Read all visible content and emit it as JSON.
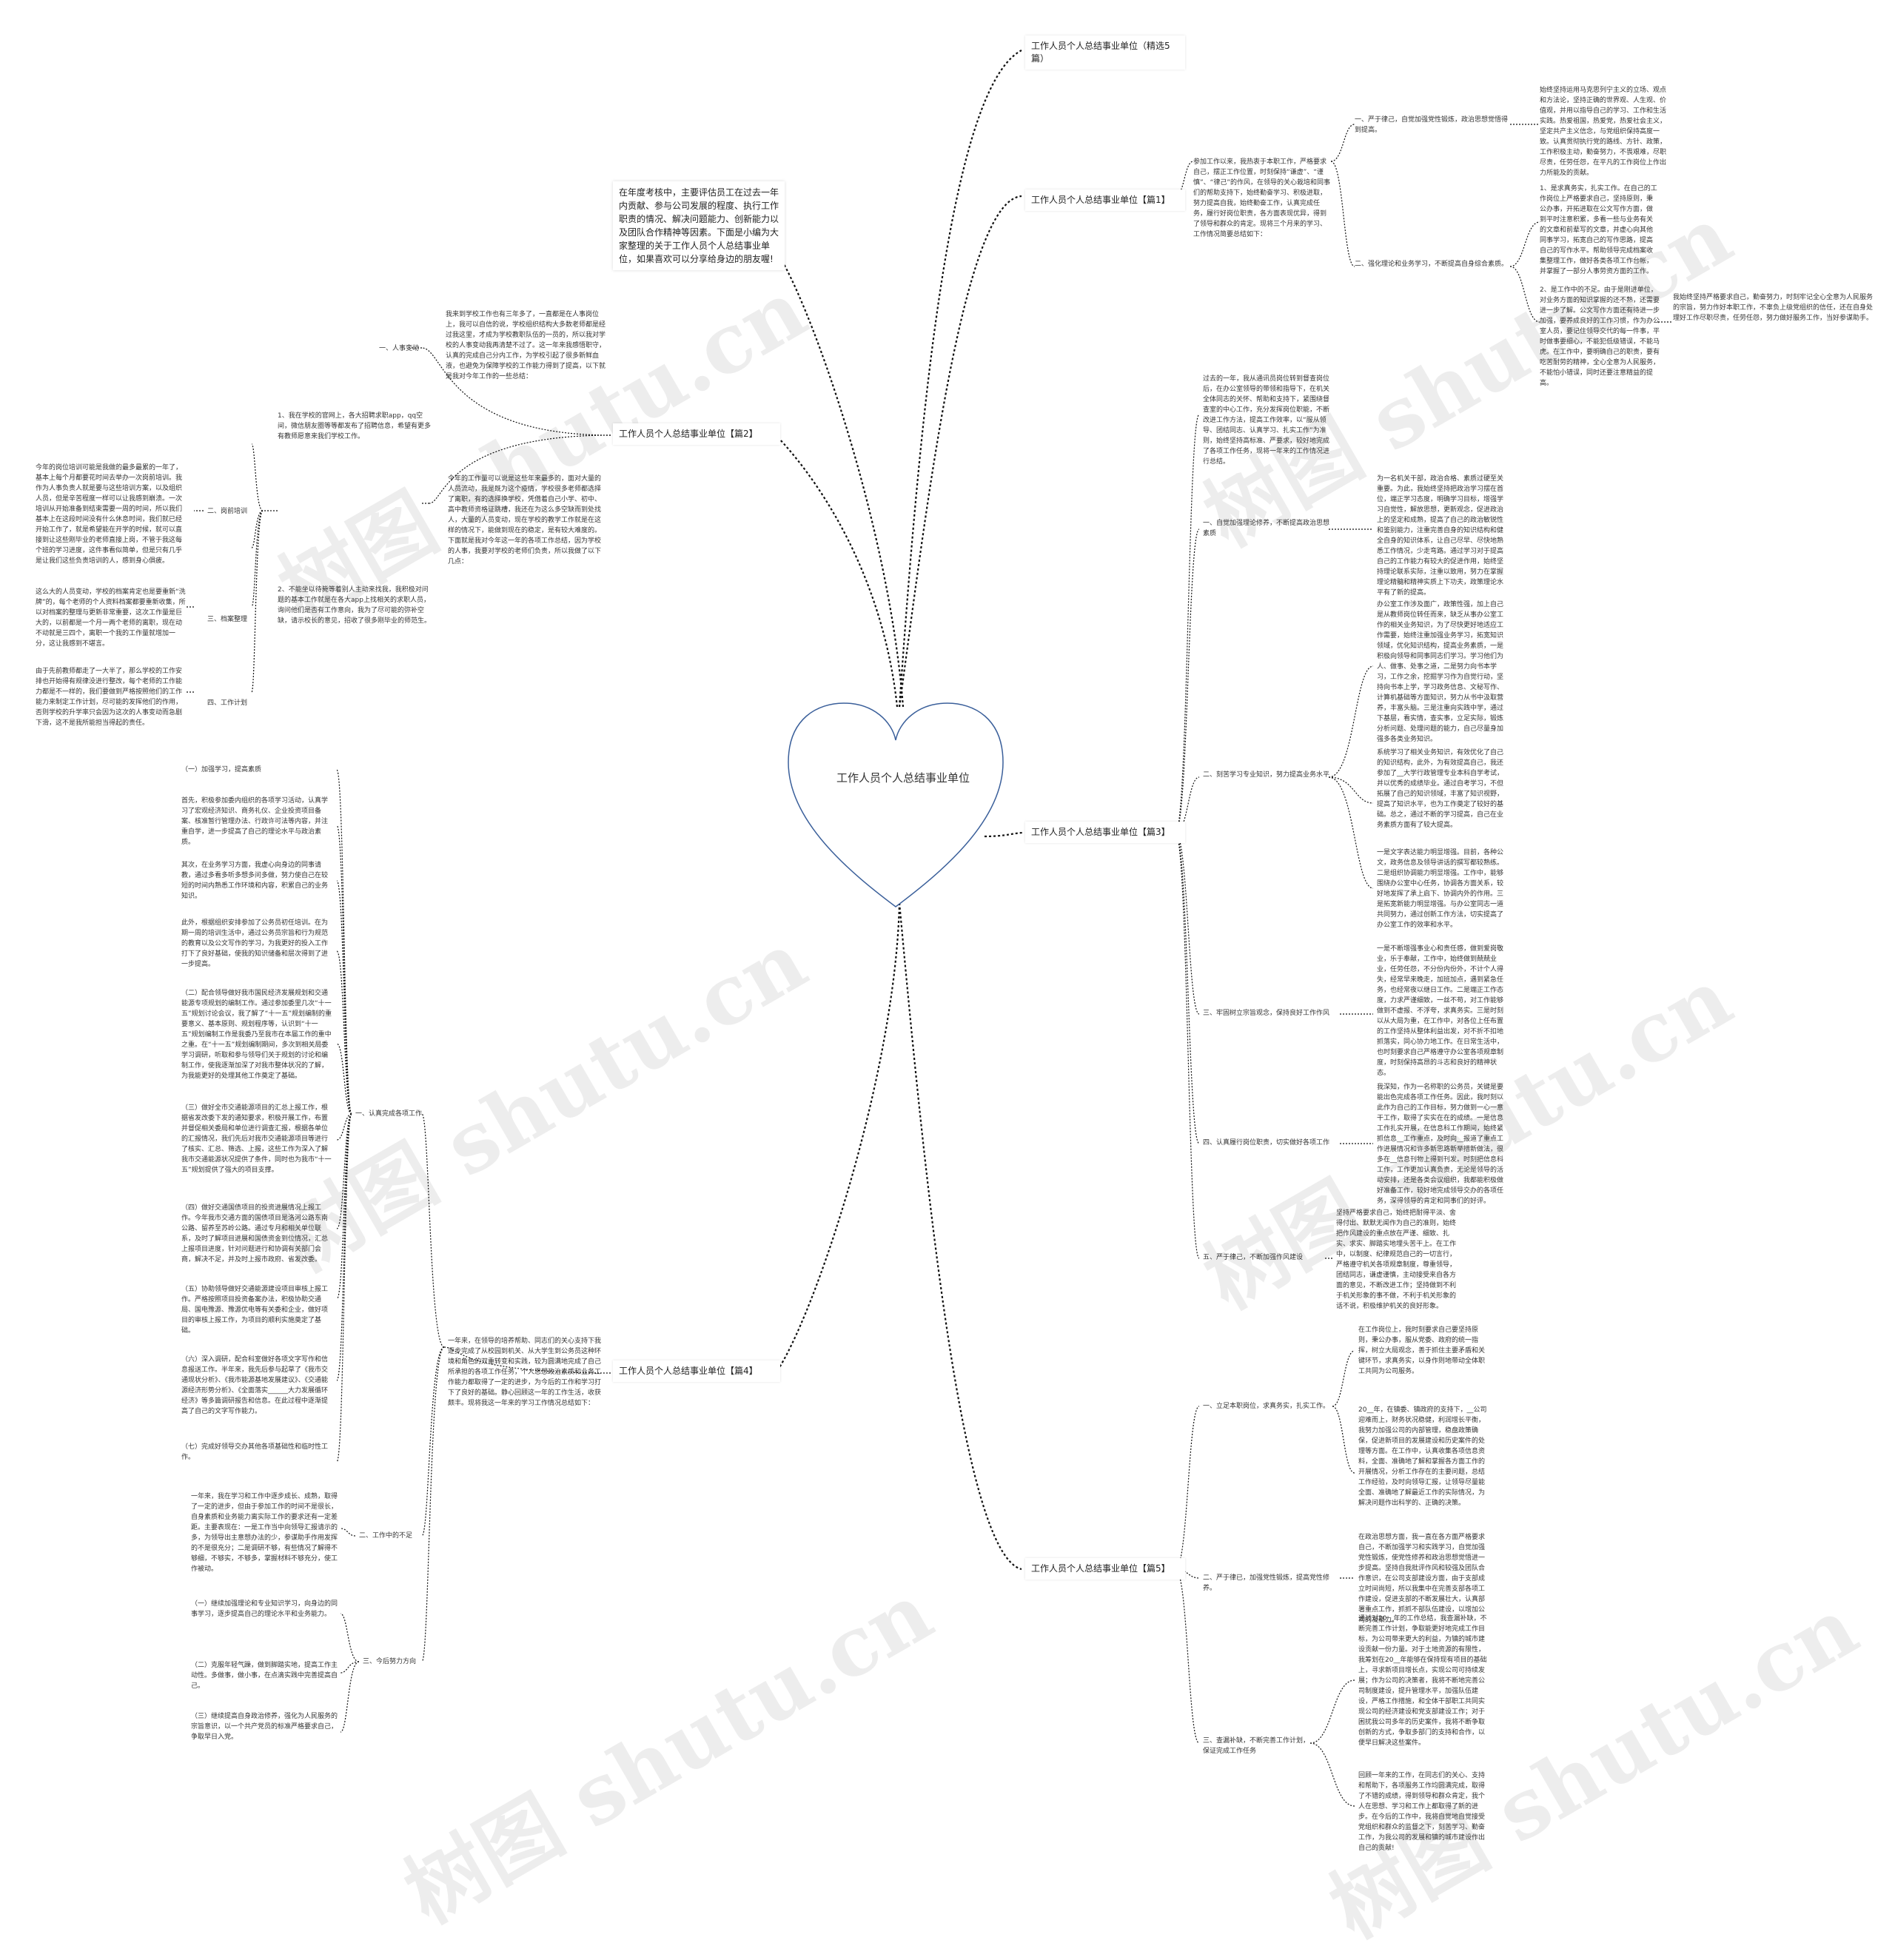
{
  "center": {
    "title": "工作人员个人总结事业单位"
  },
  "intro": "在年度考核中，主要评估员工在过去一年内贡献、参与公司发展的程度、执行工作职责的情况、解决问题能力、创新能力以及团队合作精神等因素。下面是小编为大家整理的关于工作人员个人总结事业单位，如果喜欢可以分享给身边的朋友喔!",
  "branches": {
    "b0": "工作人员个人总结事业单位（精选5篇）",
    "b1": "工作人员个人总结事业单位【篇1】",
    "b2": "工作人员个人总结事业单位【篇2】",
    "b3": "工作人员个人总结事业单位【篇3】",
    "b4": "工作人员个人总结事业单位【篇4】",
    "b5": "工作人员个人总结事业单位【篇5】"
  },
  "p1": {
    "main": "参加工作以来，我热衷于本职工作，严格要求自己，摆正工作位置，时刻保持“谦虚”、“谨慎”、“律己”的作风，在领导的关心栽培和同事们的帮助支持下，始终勤奋学习、积极进取，努力提高自我，始终勤奋工作，认真完成任务，履行好岗位职责，各方面表现优异，得到了领导和群众的肯定。现将三个月来的学习、工作情况简要总结如下：",
    "s1": "一、严于律己，自觉加强党性锻炼，政治思想觉悟得到提高。",
    "s1d": "始终坚持运用马克思列宁主义的立场、观点和方法论，坚持正确的世界观、人生观、价值观，并用以指导自己的学习、工作和生活实践。热爱祖国，热爱党，热爱社会主义，坚定共产主义信念，与党组织保持高度一致。认真贯彻执行党的路线、方针、政策，工作积极主动，勤奋努力，不畏艰难，尽职尽责，任劳任怨，在平凡的工作岗位上作出力所能及的贡献。",
    "s2": "二、强化理论和业务学习，不断提高自身综合素质。",
    "s2d1": "1、是求真务实，扎实工作。在自己的工作岗位上严格要求自己，坚持原则，秉公办事，开拓进取在公文写作方面，做到平时注意积累，多看一些与业务有关的文章和前辈写的文章，并虚心向其他同事学习，拓宽自己的写作思路，提高自己的写作水平。帮助领导完成档案收集整理工作，做好各类各项工作台帐，并掌握了一部分人事劳资方面的工作。",
    "s2d2": "2、是工作中的不足。由于是刚进单位，对业务方面的知识掌握的还不熟，还需要进一步了解。公文写作方面还有待进一步加强，要养成良好的工作习惯，作为办公室人员，要记住领导交代的每一件事，平时做事要细心，不能犯低级错误，不能马虎。在工作中，要明确自己的职责，要有吃苦耐劳的精神，全心全意为人民服务，不能怕小错误，同时还要注意精益的提高。",
    "s2d3": "我始终坚持严格要求自己，勤奋努力，时刻牢记全心全意为人民服务的宗旨，努力作好本职工作，不辜负上级党组织的信任，还在自身处理好工作尽职尽责，任劳任怨，努力做好服务工作，当好参谋助手。"
  },
  "p2": {
    "s1": "一、人事变动",
    "s1d": "我来到学校工作也有三年多了，一直都是在人事岗位上，我可以自信的说，学校组织结构大多数老师都是经过我这里，才成为学校教职队伍的一员的，所以我对学校的人事变动我再清楚不过了。这一年来我感悟职守，认真的完成自己分内工作，为学校引起了很多新鲜血液，也避免为保障学校的工作能力得到了提高，以下就是我对今年工作的一些总结：",
    "s2": "二、岗前培训",
    "s2d": "今年的岗位培训可能是我做的最多最累的一年了，基本上每个月都要花时间去举办一次岗前培训。我作为人事负责人就是要与这些培训方案，以及组织人员，但是辛苦程度一样可以让我感到崩溃。一次培训从开始准备到结束需要一周的时间，所以我们基本上在这段时间没有什么休息时间，我们就已经开始工作了，就是希望能在开学的时候，就可以直接到让这些刚毕业的老师直接上岗，不管于我这每个班的学习进度，这件事看似简单，但是只有几乎是让我们这些负责培训的人，感到身心俱疲。",
    "s3": "三、档案整理",
    "s3d": "这么大的人员变动，学校的档案肯定也是要重新“洗牌”的，每个老师的个人资料档案都要重新收集，所以对档案的整理与更新非常重要，这次工作量是巨大的，以前都是一个月一两个老师的离职，现在动不动就是三四个，离职一个我的工作量就增加一分，这让我感到不堪言。",
    "s4": "四、工作计划",
    "s4d": "由于先前教师都走了一大半了，那么学校的工作安排也开始得有规律没进行整改，每个老师的工作能力都是不一样的，我们要做到严格按照他们的工作能力来制定工作计划，尽可能的发挥他们的作用，否则学校的升学率只会因为这次的人事变动而急剧下滑，这不是我所能担当得起的责任。",
    "n1": "1、我在学校的官网上，各大招聘求职app，qq空间，微信朋友圈等等都发布了招聘信息，希望有更多有教师愿意来我们学校工作。",
    "n2": "2、不能坐以待毙等着别人主动来找我，我积极对问题的基本工作就是在各大app上找相关的求职人员，询问他们是否有工作意向，我为了尽可能的弥补空缺，请示校长的意见，招收了很多刚毕业的师范生。",
    "main2": "今年的工作量可以说是这些年来最多的，面对大量的人员流动，我是既为这个疫情，学校很多老师都选择了离职，有的选择换学校，凭借着自己小学、初中、高中教师资格证跳槽，我还在为这么多空缺而到处找人，大量的人员变动，现在学校的教学工作就是在这样的情况下，能做到现在的稳定，是有较大难度的。下面就是我对今年这一年的各项工作总结，因为学校的人事，我要对学校的老师们负责，所以我做了以下几点："
  },
  "p3": {
    "main": "过去的一年，我从通讯员岗位转到督查岗位后，在办公室领导的带领和指导下，在机关全体同志的关怀、帮助和支持下，紧围绕督查室的中心工作，充分发挥岗位职能，不断改进工作方法，提高工作效率，以“服从领导、团结同志、认真学习、扎实工作”为准则，始终坚持高标准、严要求，较好地完成了各项工作任务，现将一年来的工作情况进行总结。",
    "s1": "一、自觉加强理论修养，不断提高政治思想素质",
    "s1d": "为一名机关干部，政治合格、素质过硬至关重要。为此，我始终坚持把政治学习摆在首位，端正学习态度，明确学习目标，增强学习自觉性，解放思想，更新观念，促进政治上的坚定和成熟，提高了自己的政治敏锐性和鉴别能力，注重完善自身的知识结构和健全自身的知识体系，让自己尽早、尽快地熟悉工作情况，少走弯路。通过学习对于提高自己的工作能力有较大的促进作用，始终坚持理论联系实际，注重以致用，努力在掌握理论精髓和精神实质上下功夫，政策理论水平有了新的提高。",
    "s2": "二、刻苦学习专业知识，努力提高业务水平",
    "s2d1": "办公室工作涉及面广，政策性强，加上自己是从教师岗位转任而来，缺乏从事办公室工作的相关业务知识，为了尽快更好地适应工作需要，始终注重加强业务学习，拓宽知识领域，优化知识结构，提高业务素质，一是积极向领导和同事同志们学习。学习他们为人、做事、处事之道，二是努力向书本学习，工作之余，挖掘学习作为自觉行动，坚持向书本上学，学习政务信息、文秘写作、计算机基础等方面知识，努力从书中汲取营养，丰富头脑。三是注重向实践中学，通过下基层，看实情，查实事，立足实际，锻炼分析问题、处理问题的能力，自己尽量身加强多各类业务知识。",
    "s2d2": "系统学习了相关业务知识，有效优化了自己的知识结构，此外，为有效提高自己，我还参加了__大学行政管理专业本科自学考试，并以优秀的成绩毕业。通过自考学习，不但拓展了自己的知识领域，丰富了知识视野，提高了知识水平，也为工作奠定了较好的基础。总之，通过不断的学习提高，自己在业务素质方面有了较大提高。",
    "s2d3": "一是文字表达能力明显增强。目前，各种公文，政务信息及领导讲话的撰写都较熟练。二是组织协调能力明显增强。工作中，能够围绕办公室中心任务，协调各方面关系，较好地发挥了承上启下、协调内外的作用。三是拓宽新能力明显增强。与办公室同志一道共同努力，通过创新工作方法，切实提高了办公室工作的效率和水平。",
    "s3": "三、牢固树立宗旨观念，保持良好工作作风",
    "s3d": "一是不断增强事业心和责任感，做到爱岗敬业，乐于奉献，工作中，始终做到兢兢业业，任劳任怨，不分份内份外，不计个人得失，经常早来晚走，加班加点，遇到紧急任务，也经常夜以继日工作。二是端正工作态度，力求严谨细致，一丝不苟，对工作能够做到不虚报、不浮夸，求真务实。三是时刻以从大局为重，在工作中，对各位上任布置的工作坚持从整体利益出发，对不折不扣地抓落实，同心协力地工作。在日常生活中，也时刻要求自己严格遵守办公室各项规章制度，时刻保持高昂的斗志和良好的精神状态。",
    "s4": "四、认真履行岗位职责，切实做好各项工作",
    "s4d": "我深知，作为一名称职的公务员，关键是要能出色完成各项工作任务。因此，我时刻以此作为自己的工作目标，努力做到一心一意干工作，取得了实实在在的成绩。一是信息工作扎实开展，在信息科工作期间，始终紧抓信息__工作重点，及时向__报道了重点工作进展情况和许多新思路新举措新做法，很多在__信息刊物上得到刊发。时刻把信息科工作，工作更加认真负责，无论是领导的活动安排，还是各类会议组织，我都能积极做好准备工作，较好地完成领导交办的各项任务，深得领导的肯定和同事们的好评。",
    "s5": "五、严于律己，不断加强作风建设",
    "s5d": "坚持严格要求自己，始终把耐得平淡、舍得付出、默默无闻作为自己的准则，始终把作风建设的重点放在严谨、细致、扎实、求实、脚踏实地埋头苦干上。在工作中，以制度、纪律规范自己的一切言行，严格遵守机关各项规章制度，尊重领导，团结同志，谦虚谨慎，主动接受来自各方面的意见，不断改进工作；坚持做到不利于机关形象的事不做，不利于机关形象的话不说，积极维护机关的良好形象。"
  },
  "p4": {
    "main": "一年来，在领导的培养帮助、同志们的关心支持下我逐步完成了从校园到机关、从大学生到公务员这种环境和角色的双重转变和实践，较为圆满地完成了自己所承担的各项工作任务，个人思想政治素质和业务工作能力都取得了一定的进步，为今后的工作和学习打下了良好的基础。静心回顾这一年的工作生活，收获颇丰。现将我这一年来的学习工作情况总结如下：",
    "s1": "一、认真完成各项工作",
    "s1a": "（一）加强学习，提高素质",
    "s1b": "首先，积极参加委内组织的各项学习活动，认真学习了宏观经济知识、商务礼仪、企业投资项目备案、核准暂行管理办法、行政许可法等内容，并注重自学，进一步提高了自己的理论水平与政治素质。",
    "s1c": "其次，在业务学习方面，我虚心向身边的同事请教，通过多看多听多想多问多做，努力使自己在较短的时间内熟悉工作环境和内容，积累自己的业务知识。",
    "s1d": "此外，根据组织安排参加了公务员初任培训。在为期一周的培训生活中，通过公务员宗旨和行为规范的教育以及公文写作的学习，为我更好的投入工作打下了良好基础，使我的知识储备和层次得到了进一步提高。",
    "s1e": "（二）配合领导做好我市国民经济发展规划和交通能源专项规划的编制工作。通过参加委里几次“十一五”规划讨论会议，我了解了“十一五”规划编制的重要意义、基本原则、规划程序等，认识到“十一五”规划编制工作是我委乃至我市在本届工作的重中之重。在“十一五”规划编制期间，多次到相关局委学习调研，听取和参与领导们关于规划的讨论和编制工作，使我逐渐加深了对我市整体状况的了解，为我能更好的处理其他工作奠定了基础。",
    "s1f": "（三）做好全市交通能源项目的汇总上报工作，根据省发改委下发的通知要求，积极开展工作，布置并督促相关委局和单位进行调查汇报，根据各单位的汇报情况，我们先后对我市交通能源项目等进行了核实、汇总、筛选、上报，这些工作为深入了解我市交通能源状况提供了条件，同时也为我市“十一五”规划提供了强大的项目支撑。",
    "s1g": "（四）做好交通国债项目的投资进展情况上报工作。今年我市交通方面的国债项目是洛河公路东南公路、留养至苏岭公路。通过专月和相关单位联系，及时了解项目进展和国债资金到位情况，汇总上报项目进度，针对问题进行和协调有关部门会商，解决不足，并及时上报市政府、省发改委。",
    "s1h": "（五）协助领导做好交通能源建设项目审核上报工作。严格按照项目投资备案办法，积极协助交通局、国电豫源、豫源优电等有关委和企业，做好项目的审核上报工作，为项目的顺利实施奠定了基础。",
    "s1i": "（六）深入调研，配合科室做好各项文字写作和信息报送工作。半年来，我先后参与起草了《我市交通现状分析》、《我市能源基地发展建议》、《交通能源经济形势分析》、《全面落实______大力发展循环经济》等多篇调研报告和信息。在此过程中逐渐提高了自己的文字写作能力。",
    "s1j": "（七）完成好领导交办其他各项基础性和临时性工作。",
    "s2": "二、工作中的不足",
    "s2d": "一年来，我在学习和工作中逐步成长、成熟，取得了一定的进步，但由于参加工作的时间不是很长，自身素质和业务能力离实际工作的要求还有一定差距。主要表现在：一是工作当中向领导汇报请示的多，为领导出主意想办法的少，参谋助手作用发挥的不是很充分；二是调研不够，有些情况了解得不够细，不够实，不够多，掌握材料不够充分，使工作被动。",
    "s3": "三、今后努力方向",
    "s3a": "（一）继续加强理论和专业知识学习，向身边的同事学习，逐步提高自己的理论水平和业务能力。",
    "s3b": "（二）克服年轻气躁，做到脚踏实地，提高工作主动性。多做事，做小事，在点滴实践中完善提高自己。",
    "s3c": "（三）继续提高自身政治修养，强化为人民服务的宗旨意识，以一个共产党员的标准严格要求自己，争取早日入党。"
  },
  "p5": {
    "s1": "一、立足本职岗位，求真务实，扎实工作。",
    "s1a": "在工作岗位上，我时刻要求自己要坚持原则，秉公办事，服从党委、政府的统一指挥，树立大局观念，善于抓住主要矛盾和关键环节，求真务实，以身作则地带动全体职工共同为公司服务。",
    "s1b": "20__年，在镇委、镇政府的支持下，__公司迎难而上，财务状况稳健，利润增长平衡，我努力加强公司的内部管理，稳盘政策确保，促进新项目的发展建设和历史案件的处理等方面。在工作中，认真收集各项信息资料，全面、准确地了解和掌握各方面工作的开展情况，分析工作存在的主要问题，总结工作经验，及时向领导汇报，让领导尽量能全面、准确地了解最近工作的实际情况，为解决问题作出科学的、正确的决策。",
    "s2": "二、严于律已，加强党性锻炼，提高党性修养。",
    "s2d": "在政治思想方面，我一直在各方面严格要求自己，不断加强学习和实践学习，自觉加强党性锻炼，使党性修养和政治思想觉悟进一步提高。坚持自我批评作风和较强及团队合作意识，在公司支部建设方面，由于支部成立时间尚短，所以我集中在完善支部各项工作建设，促进支部的不断发展壮大，认真部署重点工作，抓抓不部队伍建设，以增加公司的凝聚力。",
    "s3": "三、查漏补缺，不断完善工作计划，保证完成工作任务",
    "s3a": "通过对20__年的工作总结，我查漏补缺，不断完善工作计划，争取能更好地完成工作目标，为公司带来更大的利益，为镇的城市建设贡献一份力量。对于土地资源的有限性，我筹划在20__年能够在保持现有项目的基础上，寻求新项目增长点，实现公司可持续发展；作为公司的决策者，我将不断地完善公司制度建设，提升管理水平，加强队伍建设，严格工作措施，和全体干部职工共同实现公司的经济建设和党支部建设工作；对于困扰我公司多年的历史案件，我将不断争取创新的方式，争取多部门的支持和合作，以便早日解决这些案件。",
    "s3b": "回顾一年来的工作，在同志们的关心、支持和帮助下，各项服务工作均圆满完成，取得了不错的成绩，得到领导和群众肯定，我个人在思想、学习和工作上都取得了新的进步。在今后的工作中，我将自觉地自觉接受党组织和群众的监督之下，刻苦学习、勤奋工作，为我公司的发展和镇的城市建设作出自己的贡献!"
  },
  "watermark": "树图 shutu.cn"
}
